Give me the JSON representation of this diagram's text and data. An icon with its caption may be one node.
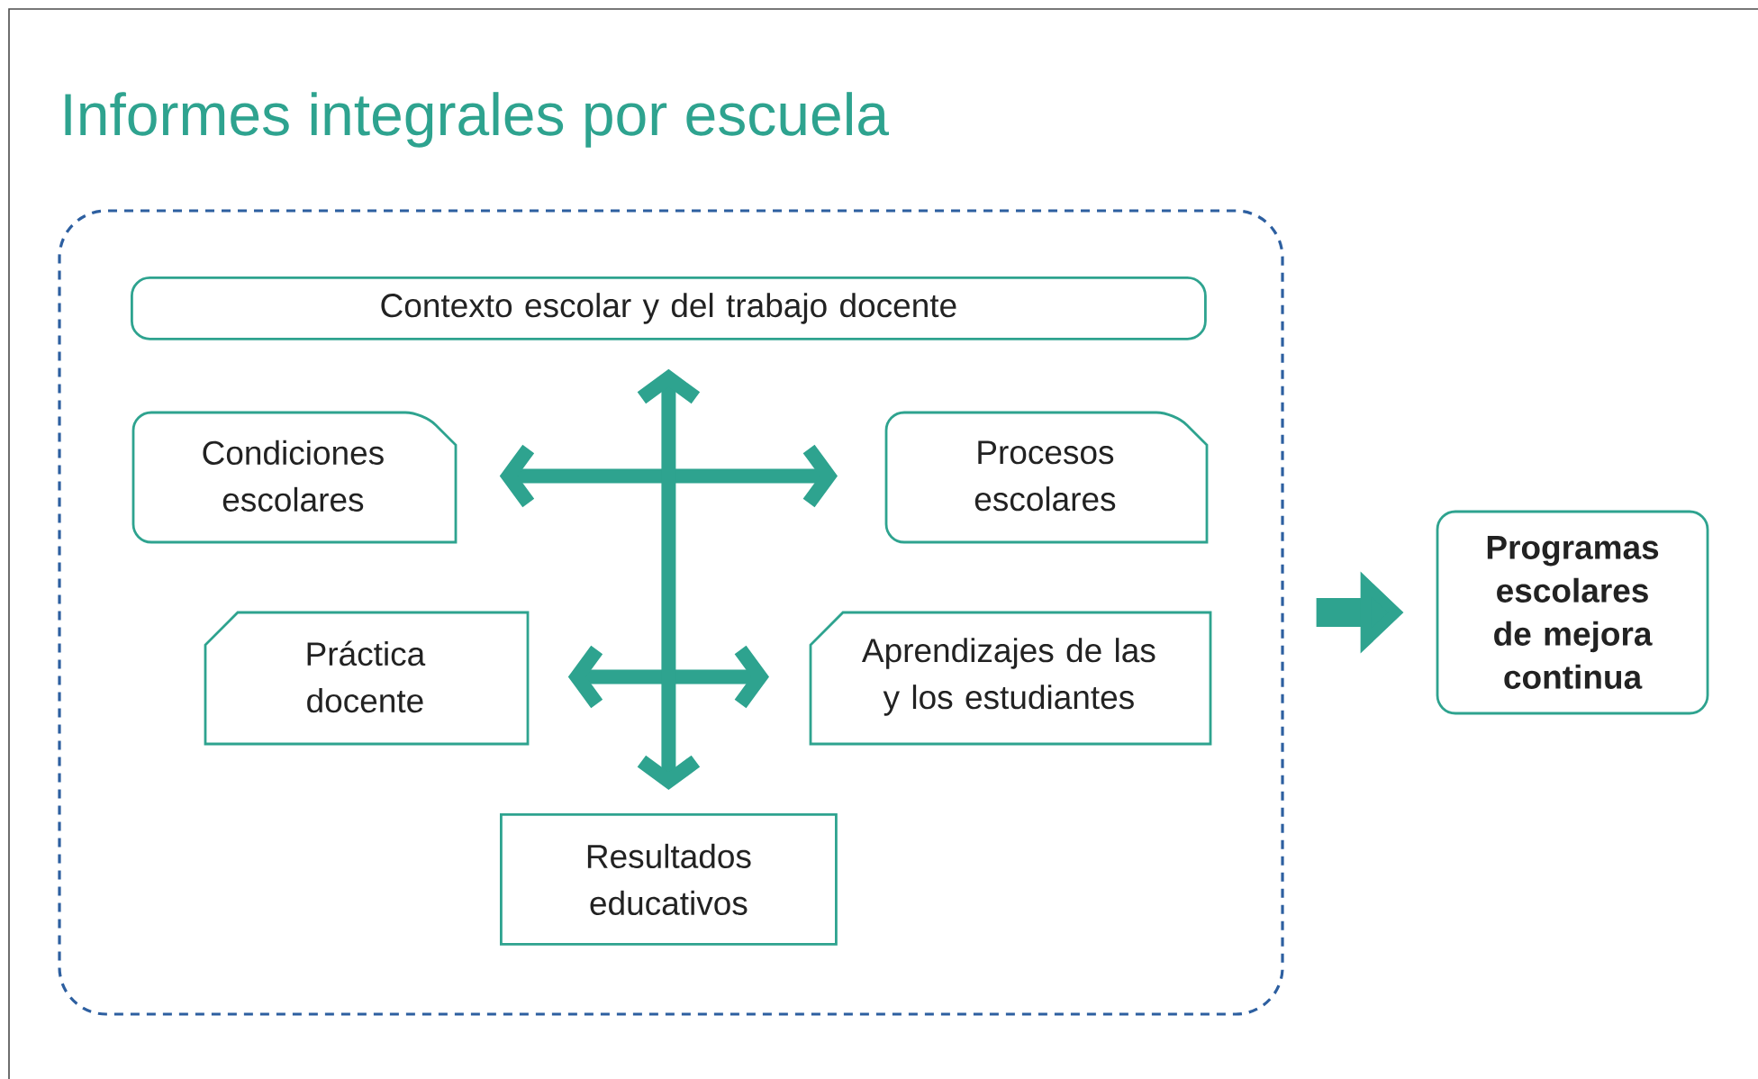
{
  "diagram": {
    "nodes": [
      {
        "text": [
          "Informes integrales por escuela"
        ]
      },
      {
        "text": [
          "Contexto escolar y del trabajo docente"
        ],
        "in": 0
      },
      {
        "text": [
          "Condiciones escolares"
        ],
        "in": 0
      },
      {
        "text": [
          "Procesos escolares"
        ],
        "in": 0
      },
      {
        "text": [
          "Práctica docente"
        ],
        "in": 0
      },
      {
        "text": [
          "Aprendizajes de las y los estudiantes"
        ],
        "in": 0
      },
      {
        "text": [
          "Resultados educativos"
        ],
        "in": 0
      },
      {
        "text": [
          "Programas escolares de mejora continua"
        ]
      }
    ],
    "edges": [
      {
        "from": 2,
        "to": 3,
        "arrow": "both"
      },
      {
        "from": 4,
        "to": 5,
        "arrow": "both"
      },
      {
        "from": 1,
        "to": 6,
        "arrow": "both"
      },
      {
        "from": 0,
        "to": 7,
        "arrow": "to",
        "style": "thick"
      }
    ]
  }
}
